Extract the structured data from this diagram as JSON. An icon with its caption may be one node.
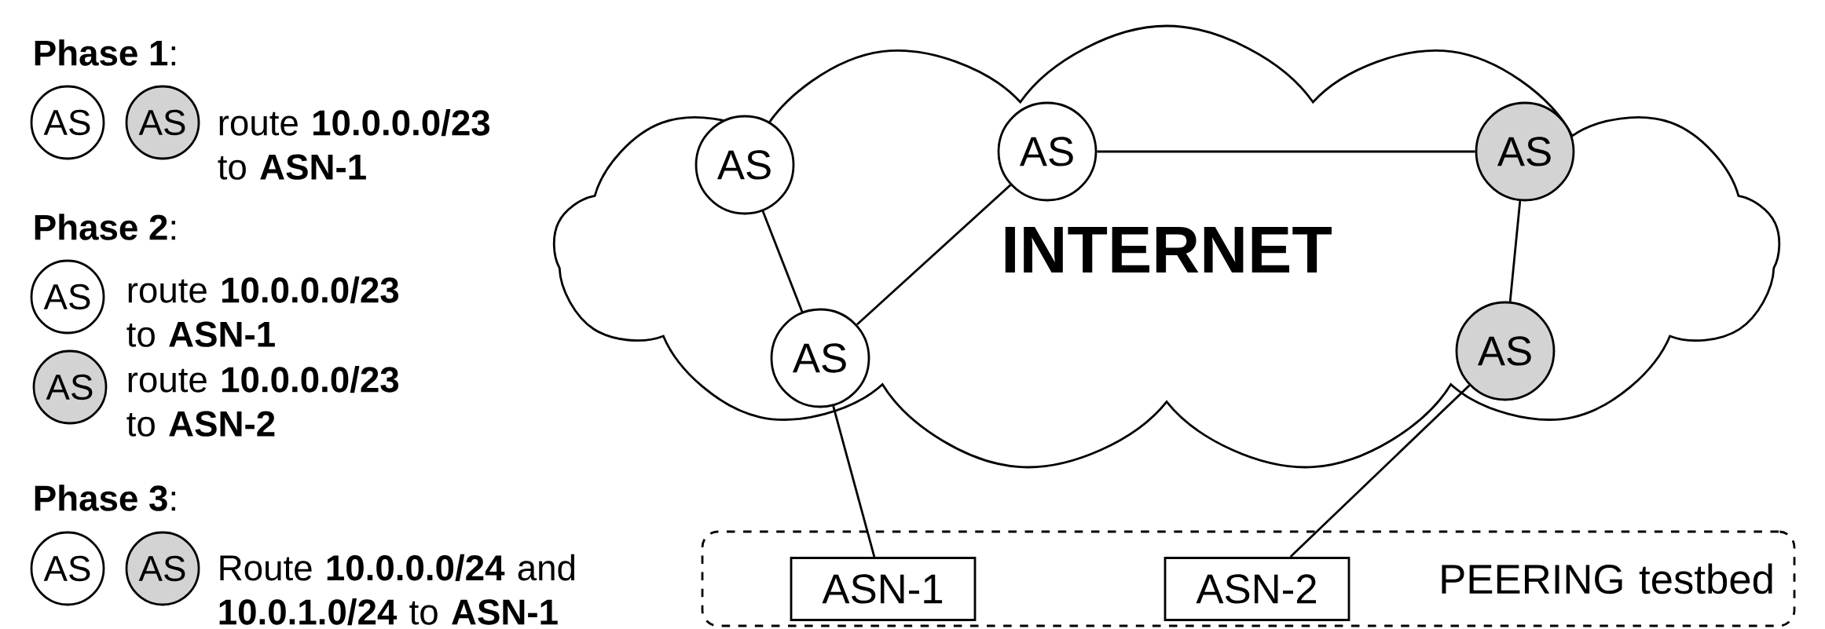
{
  "diagram": {
    "nodes": [
      {
        "text": [
          "AS"
        ]
      },
      {
        "text": [
          "AS"
        ]
      },
      {
        "text": [
          "AS"
        ]
      },
      {
        "text": [
          "AS"
        ]
      },
      {
        "text": [
          "AS"
        ]
      },
      {
        "text": [
          "AS"
        ]
      },
      {
        "text": [
          "INTERNET"
        ]
      },
      {
        "text": [
          "AS"
        ],
        "in": 6
      },
      {
        "text": [
          "AS"
        ],
        "in": 6
      },
      {
        "text": [
          "AS"
        ],
        "in": 6
      },
      {
        "text": [
          "AS"
        ],
        "in": 6
      },
      {
        "text": [
          "AS"
        ],
        "in": 6
      },
      {
        "text": [
          "PEERING testbed"
        ]
      },
      {
        "text": [
          "ASN-1"
        ],
        "in": 12
      },
      {
        "text": [
          "ASN-2"
        ],
        "in": 12
      }
    ],
    "edges": [
      {
        "from": 7,
        "to": 10,
        "arrow": "none"
      },
      {
        "from": 10,
        "to": 8,
        "arrow": "none"
      },
      {
        "from": 8,
        "to": 9,
        "arrow": "none"
      },
      {
        "from": 9,
        "to": 11,
        "arrow": "none"
      },
      {
        "from": 10,
        "to": 13,
        "arrow": "none"
      },
      {
        "from": 11,
        "to": 14,
        "arrow": "none"
      }
    ],
    "labels": [
      "**Phase 1**:",
      "route **10.0.0.0/23** to **ASN-1**",
      "**Phase 2**:",
      "route **10.0.0.0/23** to **ASN-1**",
      "route **10.0.0.0/23** to **ASN-2**",
      "**Phase 3**:",
      "Route **10.0.0.0/24** and **10.0.1.0/24** to **ASN-1**"
    ]
  }
}
